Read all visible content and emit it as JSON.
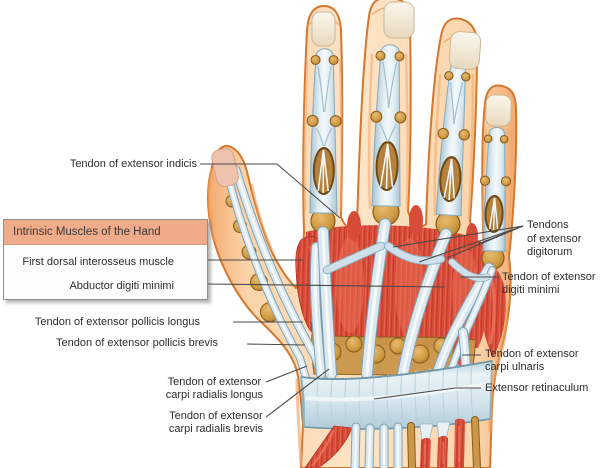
{
  "figure": {
    "subject": "Dorsum of the hand, extensor tendons and intrinsic muscles"
  },
  "legend_box": {
    "title": "Intrinsic Muscles of the Hand",
    "items": [
      "First dorsal interosseus muscle",
      "Abductor digiti minimi"
    ]
  },
  "callouts": {
    "indicis": {
      "text": "Tendon of extensor indicis"
    },
    "pollicis_longus": {
      "text": "Tendon of extensor pollicis longus"
    },
    "pollicis_brevis": {
      "text": "Tendon of extensor pollicis brevis"
    },
    "carpi_radialis_longus": {
      "lines": [
        "Tendon of extensor",
        "carpi radialis longus"
      ]
    },
    "carpi_radialis_brevis": {
      "lines": [
        "Tendon of extensor",
        "carpi radialis brevis"
      ]
    },
    "digitorum": {
      "lines": [
        "Tendons",
        "of extensor",
        "digitorum"
      ]
    },
    "digiti_minimi": {
      "lines": [
        "Tendon of extensor",
        "digiti minimi"
      ]
    },
    "carpi_ulnaris": {
      "lines": [
        "Tendon of extensor",
        "carpi ulnaris"
      ]
    },
    "retinaculum": {
      "text": "Extensor retinaculum"
    }
  },
  "colors": {
    "legend_header": "#efab8a",
    "muscle_red": "#d84b38",
    "tendon_blue": "#dbe8ef",
    "bone_gold": "#c9964a",
    "skin": "#fbd5ad",
    "skin_outline": "#d4772f",
    "leader_line": "#4a4a4a"
  }
}
